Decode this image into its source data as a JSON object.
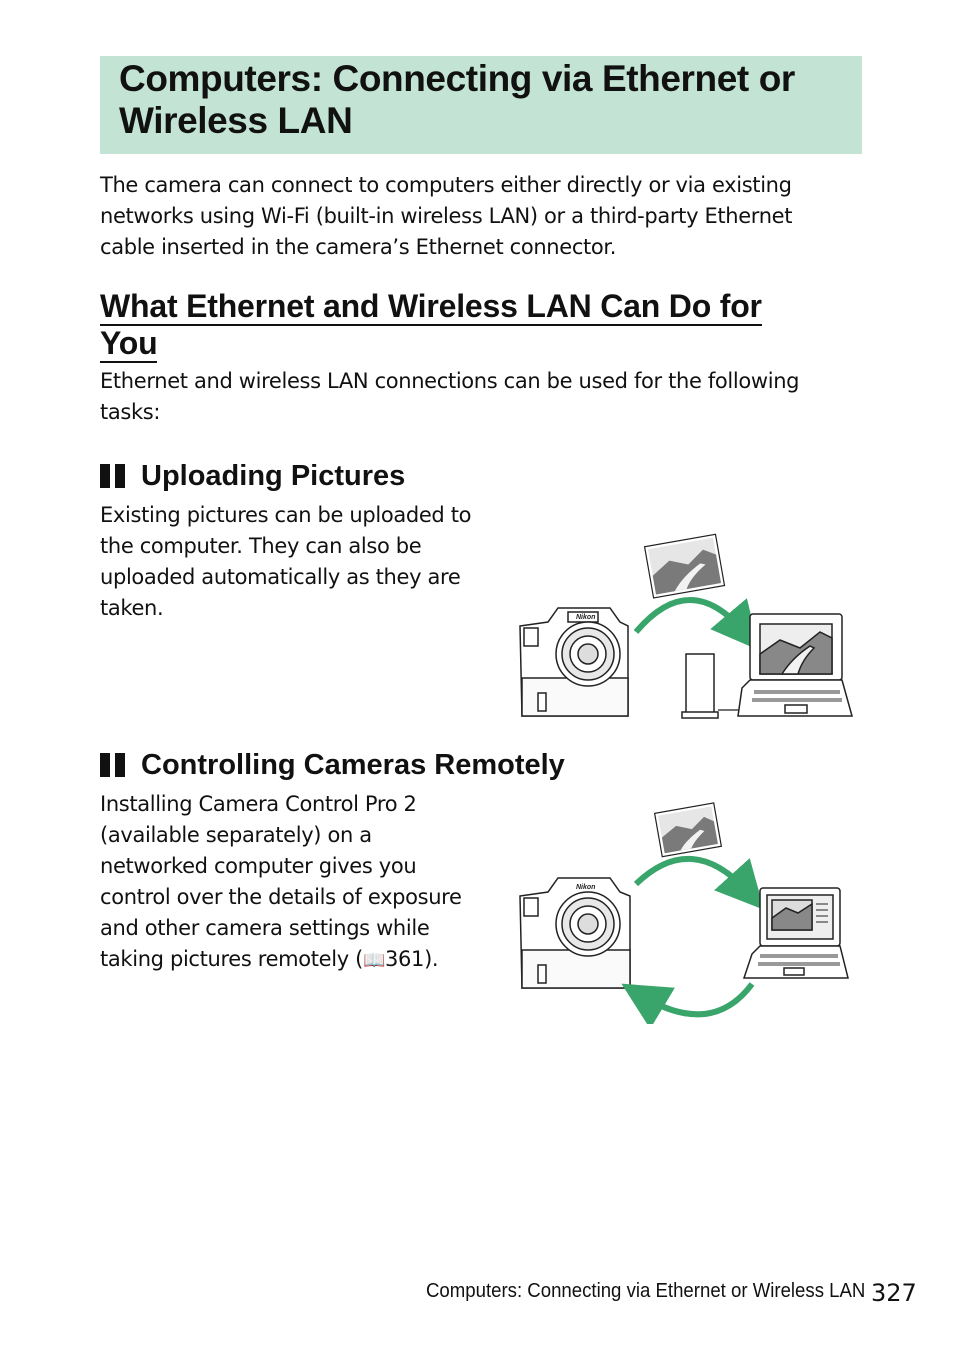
{
  "title": "Computers: Connecting via Ethernet or Wireless LAN",
  "intro": "The camera can connect to computers either directly or via existing networks using Wi-Fi (built-in wireless LAN) or a third-party Ethernet cable inserted in the camera’s Ethernet connector.",
  "section": {
    "heading": "What Ethernet and Wireless LAN Can Do for You",
    "intro": "Ethernet and wireless LAN connections can be used for the following tasks:"
  },
  "uploading": {
    "heading": "Uploading Pictures",
    "body": "Existing pictures can be uploaded to the computer. They can also be uploaded automatically as they are taken."
  },
  "controlling": {
    "heading": "Controlling Cameras Remotely",
    "body_lines": [
      "Installing Camera Control Pro 2",
      "(available separately) on a",
      "networked computer gives you",
      "control over the details of exposure",
      "and other camera settings while"
    ],
    "last_line_prefix": "taking pictures remotely (",
    "ref_icon": "book-reference-icon",
    "ref_page": "361",
    "last_line_suffix": ")."
  },
  "camera_brand": "Nikon",
  "colors": {
    "banner": "#c3e4d4",
    "arrow": "#3aa56b"
  },
  "footer": {
    "running_title": "Computers: Connecting via Ethernet or Wireless LAN",
    "page_number": "327"
  }
}
